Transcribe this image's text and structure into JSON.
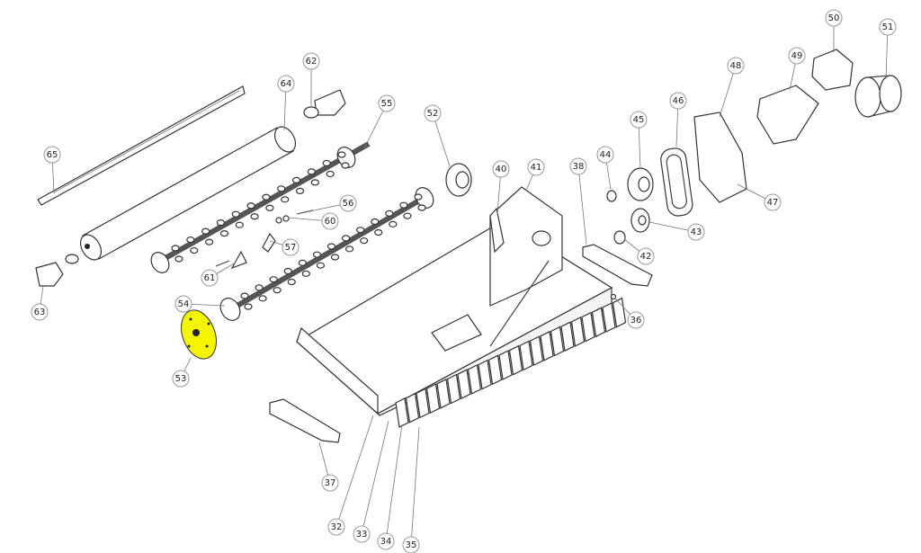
{
  "diagram": {
    "highlight_color": "#f5f500",
    "highlighted_part": "53",
    "callouts": [
      "50",
      "51",
      "48",
      "49",
      "62",
      "64",
      "55",
      "52",
      "45",
      "46",
      "65",
      "40",
      "41",
      "38",
      "44",
      "47",
      "56",
      "60",
      "43",
      "57",
      "42",
      "61",
      "63",
      "54",
      "36",
      "53",
      "37",
      "32",
      "33",
      "34",
      "35"
    ]
  }
}
